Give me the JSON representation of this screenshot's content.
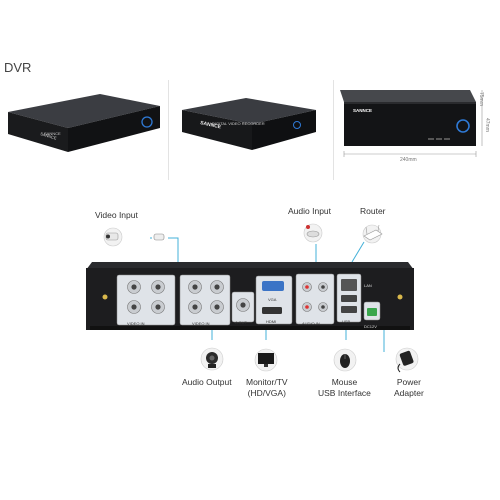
{
  "header": {
    "title": "DVR"
  },
  "products": {
    "brand": "SANNCE",
    "subtitle": "DIGITAL VIDEO RECORDER",
    "dim_width": "240mm",
    "dim_depth": "75mm",
    "dim_height": "47mm"
  },
  "labels": {
    "video_input": "Video Input",
    "audio_input": "Audio Input",
    "router": "Router",
    "audio_output": "Audio Output",
    "monitor_line1": "Monitor/TV",
    "monitor_line2": "(HD/VGA)",
    "mouse_line1": "Mouse",
    "mouse_line2": "USB Interface",
    "power_line1": "Power",
    "power_line2": "Adapter"
  },
  "panel": {
    "video1": "VIDEO IN",
    "video2": "VIDEO IN",
    "audio_out": "A OUT",
    "vga": "VGA",
    "hdmi": "HDMI",
    "audio_in": "AUDIO IN",
    "lan": "LAN",
    "usb": "USB",
    "power": "DC12V"
  },
  "colors": {
    "cable": "#43b0d8",
    "device": "#1d1d1f",
    "panel": "#dfe3e8"
  }
}
